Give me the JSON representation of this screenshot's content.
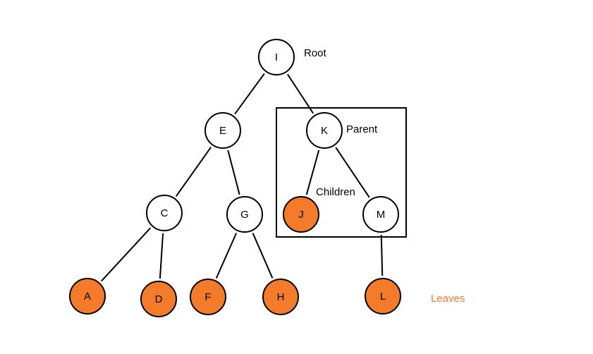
{
  "colors": {
    "leaf_fill": "#f47b2a",
    "node_fill": "#ffffff",
    "stroke": "#000000",
    "text": "#000000",
    "leaves_text": "#f47b2a"
  },
  "nodes": [
    {
      "id": "I",
      "label": "I",
      "leaf": false
    },
    {
      "id": "E",
      "label": "E",
      "leaf": false
    },
    {
      "id": "K",
      "label": "K",
      "leaf": false
    },
    {
      "id": "C",
      "label": "C",
      "leaf": false
    },
    {
      "id": "G",
      "label": "G",
      "leaf": false
    },
    {
      "id": "J",
      "label": "J",
      "leaf": true
    },
    {
      "id": "M",
      "label": "M",
      "leaf": false
    },
    {
      "id": "A",
      "label": "A",
      "leaf": true
    },
    {
      "id": "D",
      "label": "D",
      "leaf": true
    },
    {
      "id": "F",
      "label": "F",
      "leaf": true
    },
    {
      "id": "H",
      "label": "H",
      "leaf": true
    },
    {
      "id": "L",
      "label": "L",
      "leaf": true
    }
  ],
  "edges": [
    {
      "from": "I",
      "to": "E"
    },
    {
      "from": "I",
      "to": "K"
    },
    {
      "from": "E",
      "to": "C"
    },
    {
      "from": "E",
      "to": "G"
    },
    {
      "from": "K",
      "to": "J"
    },
    {
      "from": "K",
      "to": "M"
    },
    {
      "from": "C",
      "to": "A"
    },
    {
      "from": "C",
      "to": "D"
    },
    {
      "from": "G",
      "to": "F"
    },
    {
      "from": "G",
      "to": "H"
    },
    {
      "from": "M",
      "to": "L"
    }
  ],
  "annotations": {
    "root": "Root",
    "parent": "Parent",
    "children": "Children",
    "leaves": "Leaves"
  }
}
